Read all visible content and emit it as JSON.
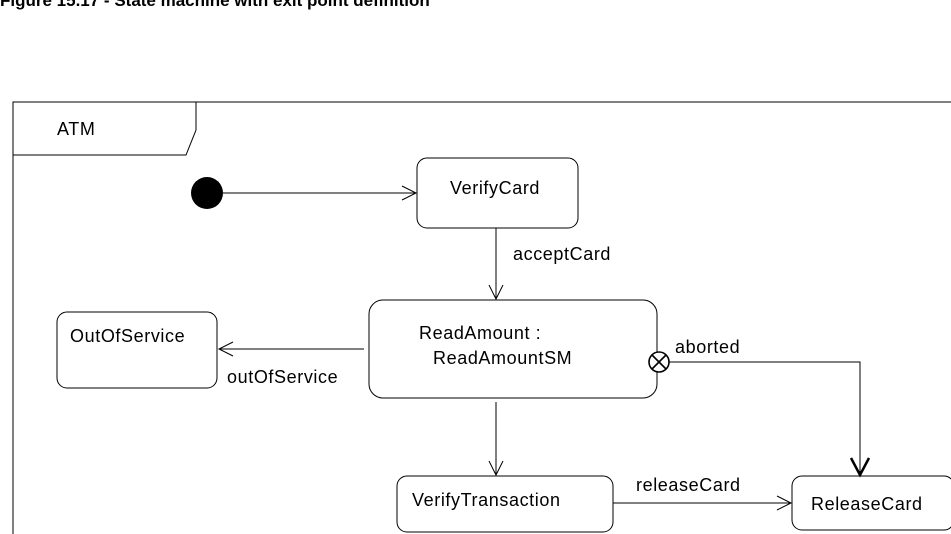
{
  "caption": "Figure 15.17 - State machine with exit point definition",
  "frame": {
    "name": "ATM"
  },
  "states": {
    "verify_card": "VerifyCard",
    "read_amount_line1": "ReadAmount :",
    "read_amount_line2": "ReadAmountSM",
    "out_of_service": "OutOfService",
    "verify_transaction": "VerifyTransaction",
    "release_card": "ReleaseCard"
  },
  "transitions": {
    "accept_card": "acceptCard",
    "out_of_service": "outOfService",
    "aborted": "aborted",
    "release_card": "releaseCard"
  },
  "colors": {
    "line": "#000000",
    "background": "#ffffff"
  }
}
